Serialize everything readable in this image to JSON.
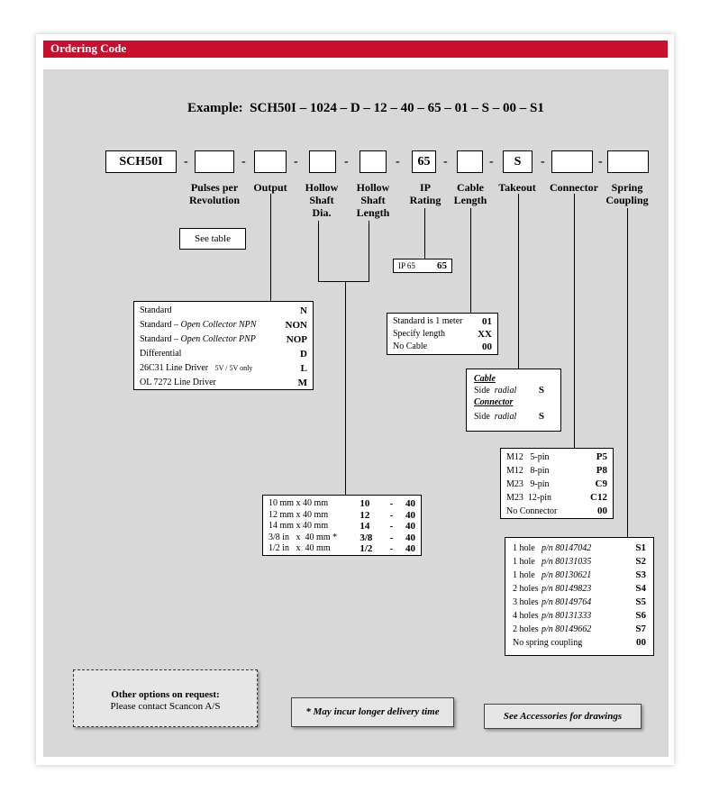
{
  "header": {
    "title": "Ordering Code"
  },
  "example": {
    "label": "Example:",
    "code": "SCH50I – 1024 – D – 12 – 40 – 65 – 01 – S – 00 – S1"
  },
  "code": {
    "prefix": "SCH50I",
    "dash": "-",
    "ip_value": "65",
    "takeout_value": "S"
  },
  "labels": {
    "pulses": [
      "Pulses per",
      "Revolution"
    ],
    "output": [
      "Output"
    ],
    "hollow_dia": [
      "Hollow",
      "Shaft",
      "Dia."
    ],
    "hollow_len": [
      "Hollow",
      "Shaft",
      "Length"
    ],
    "ip": [
      "IP",
      "Rating"
    ],
    "cable": [
      "Cable",
      "Length"
    ],
    "takeout": [
      "Takeout"
    ],
    "connector": [
      "Connector"
    ],
    "spring": [
      "Spring",
      "Coupling"
    ]
  },
  "see_table": "See table",
  "ip_table": {
    "label": "IP 65",
    "value": "65"
  },
  "output_table": [
    {
      "label": "Standard",
      "value": "N"
    },
    {
      "pre": "Standard – ",
      "italic": "Open Collector  NPN",
      "value": "NON"
    },
    {
      "pre": "Standard – ",
      "italic": "Open Collector  PNP",
      "value": "NOP"
    },
    {
      "label": "Differential",
      "value": "D"
    },
    {
      "label": "26C31 Line Driver",
      "small": "5V / 5V only",
      "value": "L"
    },
    {
      "label": "OL 7272 Line Driver",
      "value": "M"
    }
  ],
  "cable_table": [
    {
      "label": "Standard is 1 meter",
      "value": "01"
    },
    {
      "label": "Specify length",
      "value": "XX"
    },
    {
      "label": "No Cable",
      "value": "00"
    }
  ],
  "takeout_table": {
    "cable_heading": "Cable",
    "cable_row": {
      "side": "Side",
      "italic": "radial",
      "value": "S"
    },
    "connector_heading": "Connector",
    "connector_row": {
      "side": "Side",
      "italic": "radial",
      "value": "S"
    }
  },
  "connector_table": [
    {
      "label": "M12   5-pin",
      "value": "P5"
    },
    {
      "label": "M12   8-pin",
      "value": "P8"
    },
    {
      "label": "M23   9-pin",
      "value": "C9"
    },
    {
      "label": "M23  12-pin",
      "value": "C12"
    },
    {
      "label": "No Connector",
      "value": "00"
    }
  ],
  "shaft_table": [
    {
      "label": "10 mm x 40 mm",
      "dia": "10",
      "sep": "-",
      "len": "40"
    },
    {
      "label": "12 mm x 40 mm",
      "dia": "12",
      "sep": "-",
      "len": "40"
    },
    {
      "label": "14 mm x 40 mm",
      "dia": "14",
      "sep": "-",
      "len": "40"
    },
    {
      "label": "3/8 in   x  40 mm *",
      "dia": "3/8",
      "sep": "-",
      "len": "40"
    },
    {
      "label": "1/2 in   x  40 mm",
      "dia": "1/2",
      "sep": "-",
      "len": "40"
    }
  ],
  "spring_table": [
    {
      "label": "1 hole",
      "pn": "p/n 80147042",
      "value": "S1"
    },
    {
      "label": "1 hole",
      "pn": "p/n 80131035",
      "value": "S2"
    },
    {
      "label": "1 hole",
      "pn": "p/n 80130621",
      "value": "S3"
    },
    {
      "label": "2 holes",
      "pn": "p/n 80149823",
      "value": "S4"
    },
    {
      "label": "3 holes",
      "pn": "p/n 80149764",
      "value": "S5"
    },
    {
      "label": "4 holes",
      "pn": "p/n 80131333",
      "value": "S6"
    },
    {
      "label": "2 holes",
      "pn": "p/n 80149662",
      "value": "S7"
    },
    {
      "label": "No spring coupling",
      "pn": "",
      "value": "00"
    }
  ],
  "footer": {
    "other_title": "Other options on request:",
    "other_text": "Please contact Scancon A/S",
    "note": "* May incur longer delivery time",
    "accessories": "See Accessories for drawings"
  }
}
